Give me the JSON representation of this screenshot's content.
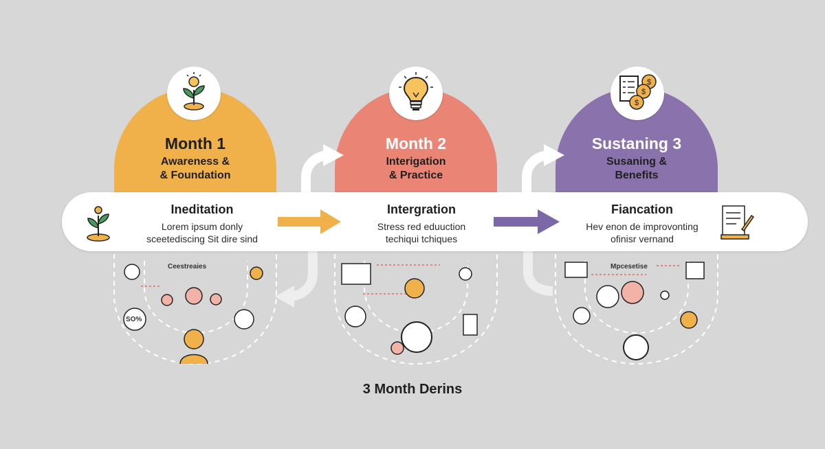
{
  "stages": [
    {
      "title": "Month 1",
      "subtitle_lines": [
        "Awareness &",
        "& Foundation"
      ],
      "color": "#f0b14a",
      "band_heading": "Ineditation",
      "band_lines": [
        "Lorem ipsum donly",
        "sceetediscing Sit dire sind"
      ],
      "bubble_label": "Ceestreaies",
      "bubble_text": "SO%"
    },
    {
      "title": "Month 2",
      "subtitle_lines": [
        "Interigation",
        "& Practice"
      ],
      "color": "#ea8474",
      "band_heading": "Intergration",
      "band_lines": [
        "Stress red eduuction",
        "techiqui tchiques"
      ]
    },
    {
      "title": "Sustaning 3",
      "subtitle_lines": [
        "Susaning &",
        "Benefits"
      ],
      "color": "#8a72ac",
      "band_heading": "Fiancation",
      "band_lines": [
        "Hev enon de improvonting",
        "ofinisr vernand"
      ],
      "bubble_label": "Mpcesetise"
    }
  ],
  "arrow_colors": [
    "#f0b14a",
    "#7c68a6"
  ],
  "icons": [
    "sprout-bulb-icon",
    "lightbulb-icon",
    "checklist-coins-icon",
    "seedling-icon",
    "document-pen-icon"
  ],
  "footer_title": "3 Month Derins"
}
